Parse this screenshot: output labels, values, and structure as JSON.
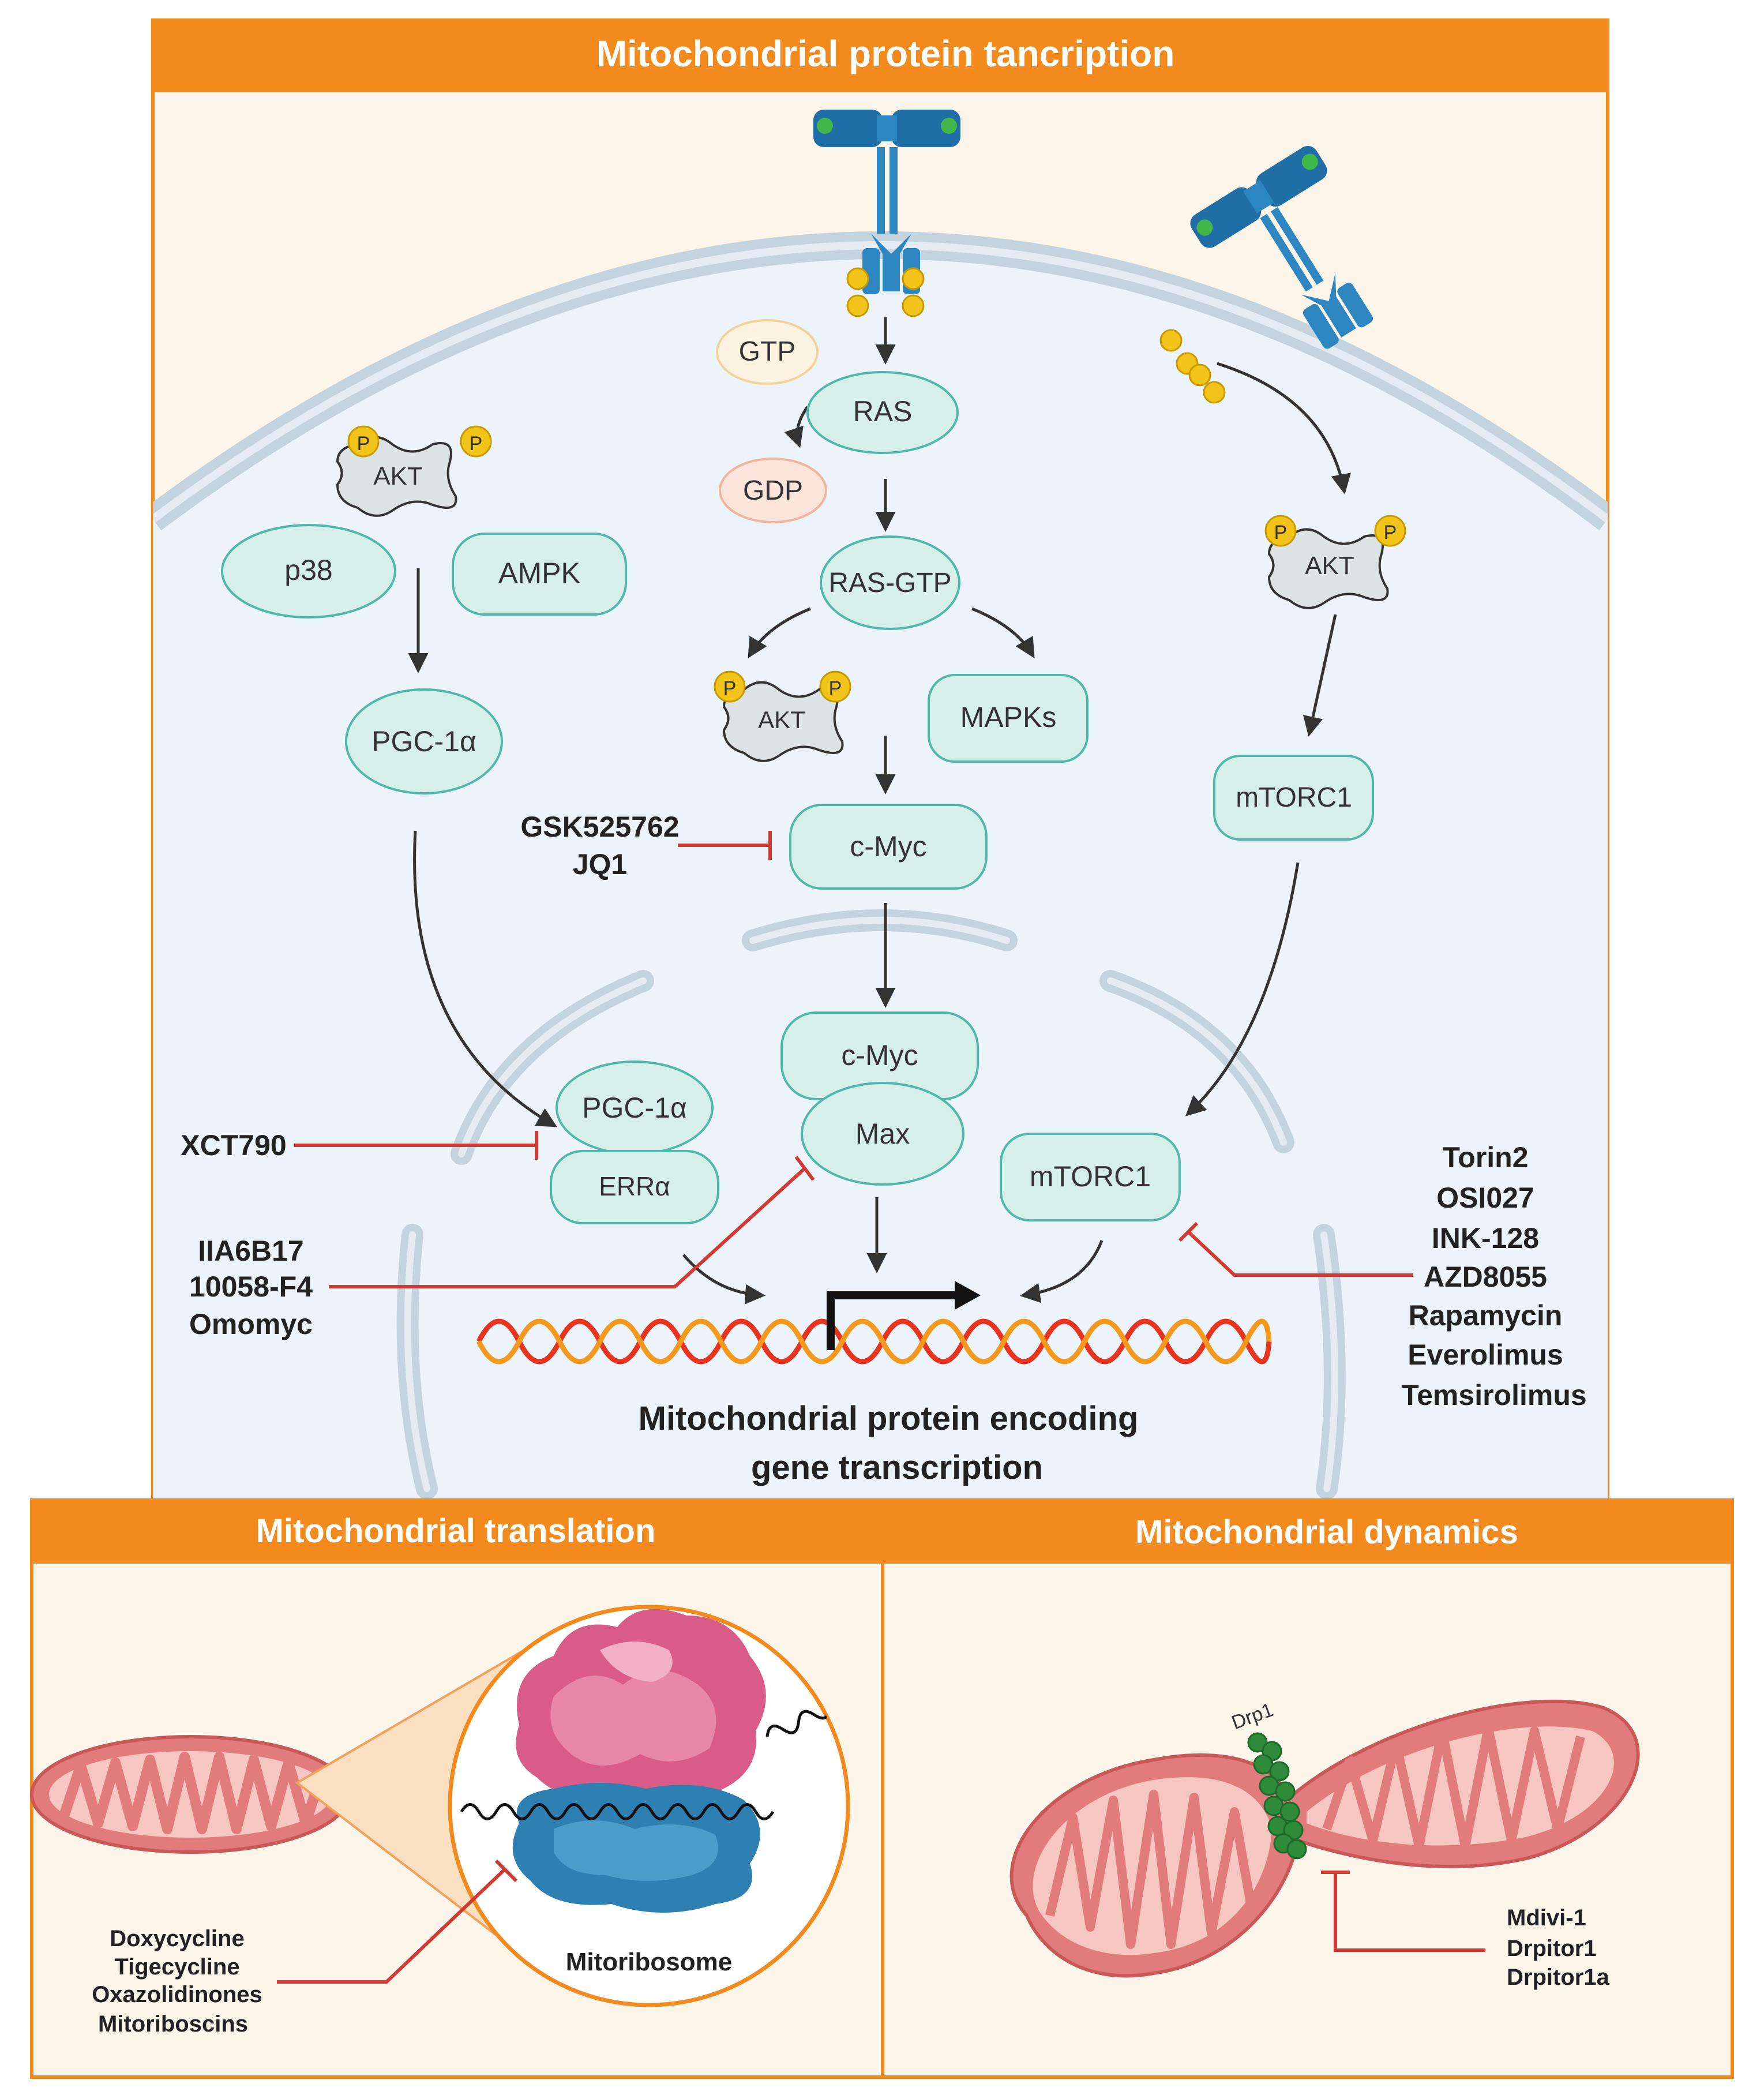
{
  "panels": {
    "transcription_title": "Mitochondrial  protein tancription",
    "translation_title": "Mitochondrial  translation",
    "dynamics_title": "Mitochondrial  dynamics"
  },
  "nodes": {
    "gtp": "GTP",
    "ras": "RAS",
    "gdp": "GDP",
    "ras_gtp": "RAS-GTP",
    "akt": "AKT",
    "p38": "p38",
    "ampk": "AMPK",
    "pgc1a": "PGC-1α",
    "mapks": "MAPKs",
    "cmyc": "c-Myc",
    "max": "Max",
    "mtorc1": "mTORC1",
    "erra": "ERRα",
    "phospho": "P"
  },
  "drugs": {
    "cmyc_inhibitors": [
      "GSK525762",
      "JQ1"
    ],
    "erra_inhibitor": [
      "XCT790"
    ],
    "max_inhibitors": [
      "IIA6B17",
      "10058-F4",
      "Omomyc"
    ],
    "mtor_inhibitors": [
      "Torin2",
      "OSI027",
      "INK-128",
      "AZD8055",
      "Rapamycin",
      "Everolimus",
      "Temsirolimus"
    ],
    "translation_inhibitors": [
      "Doxycycline",
      "Tigecycline",
      "Oxazolidinones",
      "Mitoriboscins"
    ],
    "drp1_inhibitors": [
      "Mdivi-1",
      "Drpitor1",
      "Drpitor1a"
    ]
  },
  "captions": {
    "gene_line1": "Mitochondrial protein encoding",
    "gene_line2": "gene transcription",
    "mitoribosome": "Mitoribosome",
    "drp1": "Drp1"
  },
  "colors": {
    "header_orange": "#F28A1E",
    "cell_bg": "#EEF4FB",
    "membrane": "#C5D3DF",
    "node_fill": "#D6EFEB",
    "node_stroke": "#4FB8A8",
    "inhibit_red": "#D03A33",
    "phospho_yellow": "#F2C318",
    "mito_red": "#D96A6A",
    "ribo_pink": "#D95C88",
    "ribo_blue": "#2E7FB2",
    "drp1_green": "#2E8B3A"
  }
}
